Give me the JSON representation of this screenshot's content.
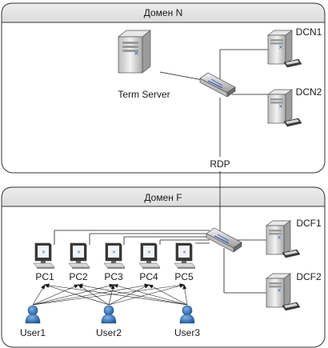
{
  "domains": [
    {
      "id": "N",
      "title": "Домен N"
    },
    {
      "id": "F",
      "title": "Домен F"
    }
  ],
  "connection_label": "RDP",
  "nodes": {
    "term_server": "Term Server",
    "dcn1": "DCN1",
    "dcn2": "DCN2",
    "dcf1": "DCF1",
    "dcf2": "DCF2",
    "pcs": [
      "PC1",
      "PC2",
      "PC3",
      "PC4",
      "PC5"
    ],
    "users": [
      "User1",
      "User2",
      "User3"
    ]
  },
  "colors": {
    "domain_fill": "#f6f6f6",
    "domain_header": "#e4e4e4",
    "server_body": "#d9d9d9",
    "user_blue": "#2f6db0",
    "line": "#1a1a1a"
  }
}
